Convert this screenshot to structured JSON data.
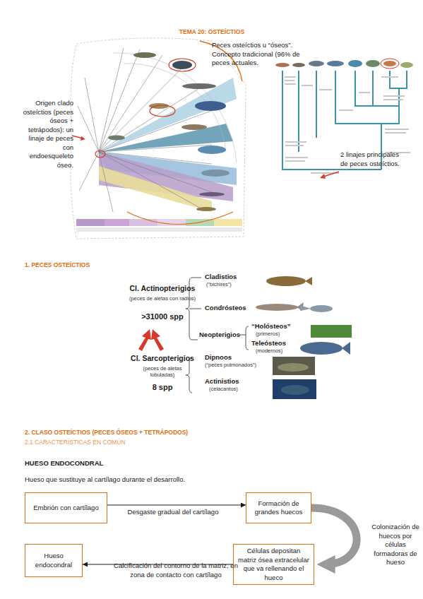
{
  "diagram": {
    "title": "TEMA 20: OSTEÍCTIOS",
    "nodes": [
      {
        "text": [
          "Embrión con cartílago"
        ]
      },
      {
        "text": [
          "Formación de grandes huecos"
        ]
      },
      {
        "text": [
          "Células depositan matriz ósea extracelular que va rellenando el hueco"
        ]
      },
      {
        "text": [
          "Hueso endocondral"
        ]
      }
    ],
    "edges": [
      {
        "from": 0,
        "to": 1,
        "arrow": "to",
        "label": "Desgaste gradual del cartílago"
      },
      {
        "from": 1,
        "to": 2,
        "arrow": "to",
        "label": "Colonización de huecos por células formadoras de hueso"
      },
      {
        "from": 2,
        "to": 3,
        "arrow": "to",
        "label": "Calcificación del contorno de la matriz, en zona de contacto con cartílago"
      }
    ],
    "labels": [
      "Peces osteíctios u “óseos”. Concepto tradicional (96% de peces actuales.",
      "Origen clado osteíctios (peces óseos + tetrápodos): un linaje de peces con endoesqueleto óseo.",
      "2 linajes principales de peces osteíctios.",
      "1. PECES OSTEÍCTIOS",
      "Cl. Actinopterigios",
      "(peces de aletas con radios)",
      ">31000 spp",
      "Cladistios",
      "(“bichires”)",
      "Condrósteos",
      "Neopterigios",
      "“Holósteos”",
      "(primeros)",
      "Teleósteos",
      "(modernos)",
      "Cl. Sarcopterigios",
      "(peces de aletas lobuladas)",
      "8 spp",
      "Dipnoos",
      "(“peces pulmonados”)",
      "Actinistios",
      "(celacantos)",
      "2. CLASO OSTEÍCTIOS (PECES ÓSEOS + TETRÁPODOS)",
      "2.1 CARACTERÍSTICAS EN COMÚN",
      "HUESO ENDOCONDRAL",
      "Hueso que sustituye al cartílago durante el desarrollo."
    ]
  }
}
